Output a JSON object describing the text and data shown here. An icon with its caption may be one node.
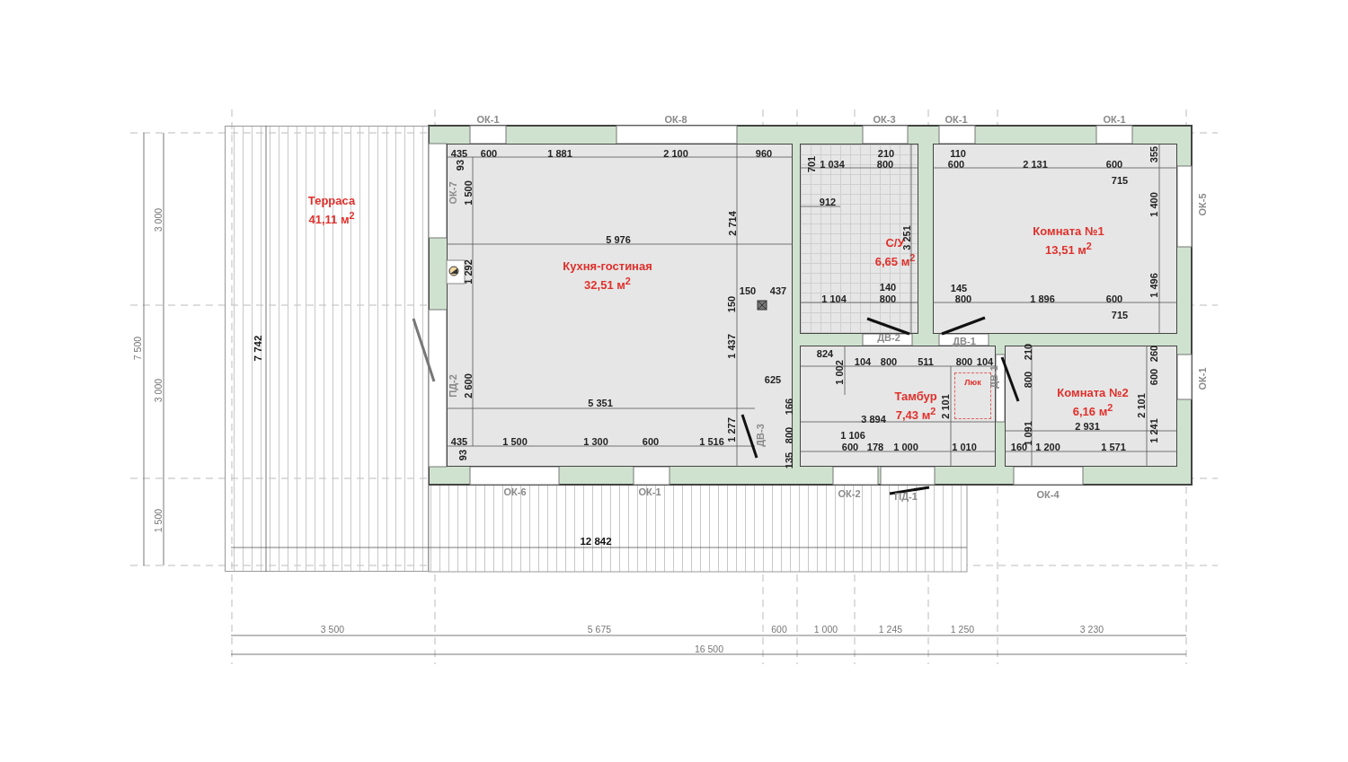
{
  "diagram": {
    "nodes": [
      {
        "text": [
          "Терраса",
          "41,11 м$^{2}$"
        ]
      },
      {
        "text": [
          "Кухня-гостиная",
          "32,51 м$^{2}$"
        ]
      },
      {
        "text": [
          "С/У",
          "6,65 м$^{2}$"
        ]
      },
      {
        "text": [
          "Комната №1",
          "13,51 м$^{2}$"
        ]
      },
      {
        "text": [
          "Тамбур",
          "7,43 м$^{2}$"
        ]
      },
      {
        "text": [
          "Комната №2",
          "6,16 м$^{2}$"
        ]
      },
      {
        "text": [
          "Люк"
        ],
        "in": 4
      }
    ],
    "labels": [
      "ОК-1",
      "ОК-8",
      "ОК-3",
      "ОК-1",
      "ОК-1",
      "3 000",
      "7 500",
      "3 000",
      "1 500",
      "7 742",
      "435",
      "600",
      "1 881",
      "2 100",
      "960",
      "93",
      "ОК-7",
      "1 500",
      "2 714",
      "5 976",
      "1 292",
      "150",
      "437",
      "150",
      "1 437",
      "ПД-2",
      "2 600",
      "625",
      "5 351",
      "166",
      "1 277",
      "ДВ-3",
      "800",
      "435",
      "1 500",
      "1 300",
      "600",
      "1 516",
      "93",
      "135",
      "701",
      "1 034",
      "210",
      "800",
      "912",
      "3 251",
      "140",
      "1 104",
      "800",
      "110",
      "600",
      "2 131",
      "600",
      "355",
      "715",
      "1 400",
      "145",
      "800",
      "1 896",
      "600",
      "1 496",
      "715",
      "ОК-5",
      "ДВ-2",
      "ДВ-1",
      "824",
      "104",
      "800",
      "511",
      "800",
      "104",
      "1 002",
      "ДВ-1",
      "2 101",
      "3 894",
      "1 106",
      "600",
      "178",
      "1 000",
      "1 010",
      "ПД-1",
      "210",
      "800",
      "260",
      "600",
      "2 101",
      "1 091",
      "2 931",
      "1 241",
      "160",
      "1 200",
      "1 571",
      "ОК-1",
      "ОК-6",
      "ОК-1",
      "ОК-2",
      "ОК-4",
      "12 842",
      "3 500",
      "5 675",
      "600",
      "1 000",
      "1 245",
      "1 250",
      "3 230",
      "16 500"
    ]
  }
}
